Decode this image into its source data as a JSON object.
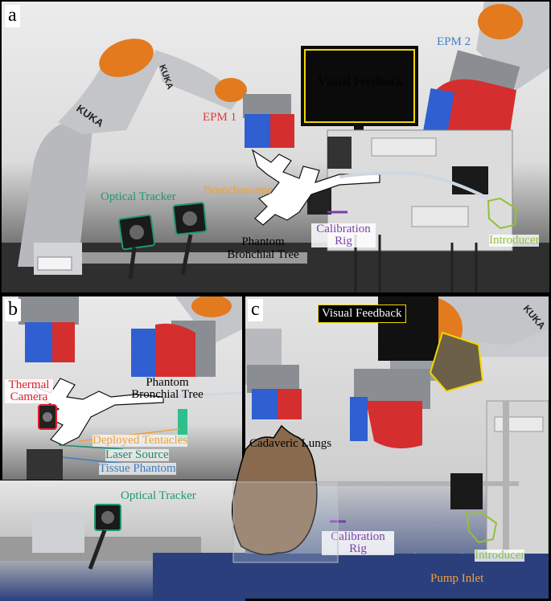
{
  "panels": {
    "a": {
      "letter": "a",
      "labels": {
        "epm1": "EPM 1",
        "epm2": "EPM 2",
        "visual_feedback": "Visual Feedback",
        "optical_tracker": "Optical Tracker",
        "bronchoscope": "Bronchoscope",
        "phantom_line1": "Phantom",
        "phantom_line2": "Bronchial Tree",
        "calibration_line1": "Calibration",
        "calibration_line2": "Rig",
        "introducer": "Introducer"
      },
      "robot_brand": "KUKA"
    },
    "b": {
      "letter": "b",
      "labels": {
        "thermal_line1": "Thermal",
        "thermal_line2": "Camera",
        "phantom_line1": "Phantom",
        "phantom_line2": "Bronchial Tree",
        "deployed_tentacles": "Deployed Tentacles",
        "laser_source": "Laser Source",
        "tissue_phantom": "Tissue Phantom"
      }
    },
    "c": {
      "letter": "c",
      "labels": {
        "visual_feedback": "Visual Feedback",
        "cadaveric_lungs": "Cadaveric Lungs",
        "optical_tracker": "Optical Tracker",
        "calibration_line1": "Calibration",
        "calibration_line2": "Rig",
        "introducer": "Introducer",
        "pump_inlet": "Pump Inlet"
      },
      "robot_brand": "KUKA"
    }
  },
  "colors": {
    "epm": "#e2373a",
    "epm2": "#3f7fc4",
    "visual_feedback_border": "#f2d600",
    "optical_tracker": "#1f9a6b",
    "bronchoscope": "#f0a13a",
    "calibration": "#7a3fa8",
    "introducer": "#8fc23a",
    "thermal": "#e3202c",
    "laser": "#1e8a6a",
    "tissue": "#3a7ec4",
    "robot_orange": "#e37a1e",
    "robot_grey": "#b9bcc1",
    "magnet_red": "#d52e2e",
    "magnet_blue": "#2f5fd0"
  }
}
